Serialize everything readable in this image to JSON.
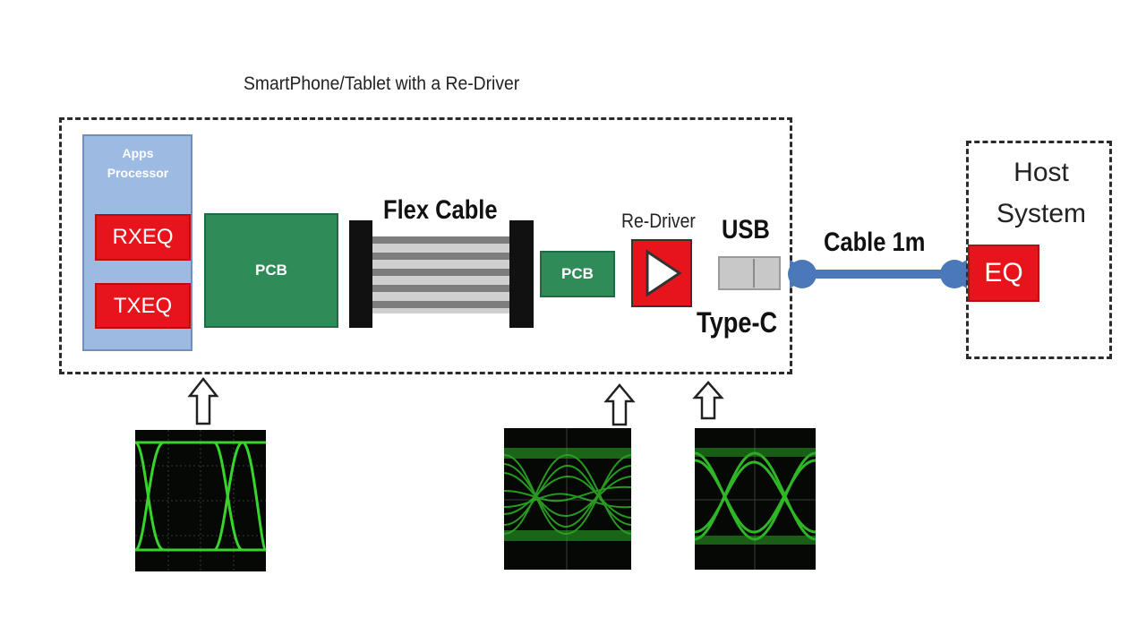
{
  "title": "SmartPhone/Tablet with a Re-Driver",
  "apps_processor": {
    "line1": "Apps",
    "line2": "Processor"
  },
  "rxeq": "RXEQ",
  "txeq": "TXEQ",
  "pcb_main": "PCB",
  "pcb_small": "PCB",
  "flex_cable": "Flex Cable",
  "redriver": "Re-Driver",
  "usb": "USB",
  "type_c": "Type-C",
  "cable": "Cable 1m",
  "host": {
    "line1": "Host",
    "line2": "System"
  },
  "eq": "EQ",
  "colors": {
    "red_block": "#e8141c",
    "pcb_green": "#2f8b57",
    "apps_blue": "#9dbbe2",
    "cable_blue": "#4a78b8",
    "eye_green": "#37d52c"
  },
  "icons": [
    "up-arrow-icon",
    "amplifier-triangle-icon",
    "usb-connector-icon"
  ]
}
